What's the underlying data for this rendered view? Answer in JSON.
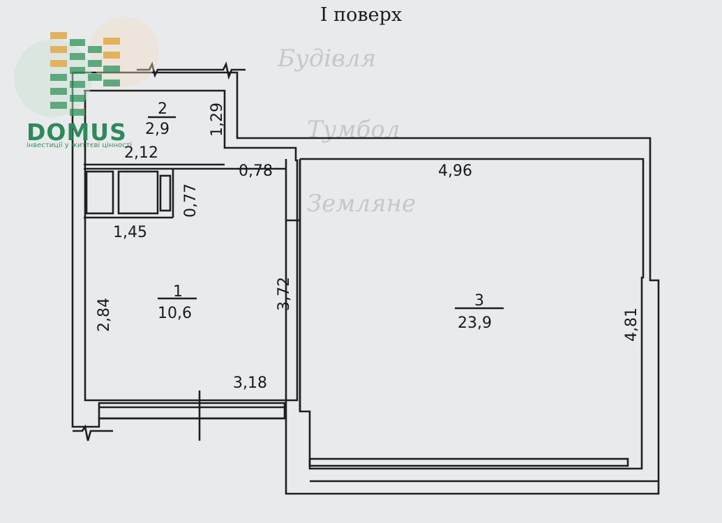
{
  "plan": {
    "title": "І поверх",
    "rooms": [
      {
        "number": "1",
        "area": "10,6"
      },
      {
        "number": "2",
        "area": "2,9"
      },
      {
        "number": "3",
        "area": "23,9"
      }
    ],
    "dimensions": {
      "d_2_12": "2,12",
      "d_1_29": "1,29",
      "d_0_78": "0,78",
      "d_4_96": "4,96",
      "d_0_77": "0,77",
      "d_1_45": "1,45",
      "d_3_72": "3,72",
      "d_2_84": "2,84",
      "d_3_18": "3,18",
      "d_4_81": "4,81"
    }
  },
  "background_text": {
    "t1": "Будівля",
    "t2": "Тумбол",
    "t3": "Земляне"
  },
  "watermark": {
    "brand": "DOMUS",
    "tagline": "інвестиції у життєві цінності",
    "color_primary": "#2f8a5b",
    "color_accent": "#e3a33a"
  }
}
